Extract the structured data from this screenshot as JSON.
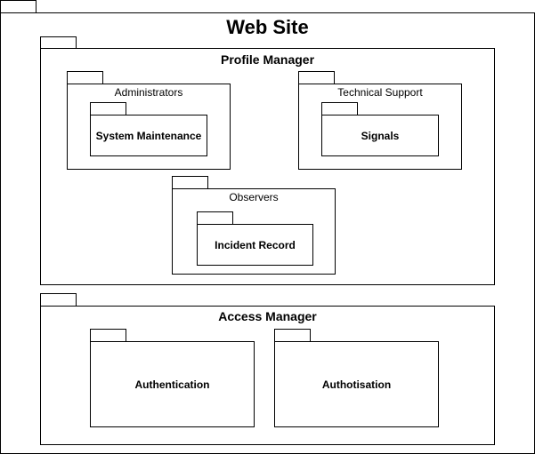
{
  "diagram": {
    "root": {
      "label": "Web Site"
    },
    "profile_manager": {
      "label": "Profile Manager",
      "administrators": {
        "label": "Administrators",
        "child": "System Maintenance"
      },
      "technical_support": {
        "label": "Technical Support",
        "child": "Signals"
      },
      "observers": {
        "label": "Observers",
        "child": "Incident Record"
      }
    },
    "access_manager": {
      "label": "Access Manager",
      "authentication": {
        "label": "Authentication"
      },
      "authorisation": {
        "label": "Authotisation"
      }
    }
  }
}
